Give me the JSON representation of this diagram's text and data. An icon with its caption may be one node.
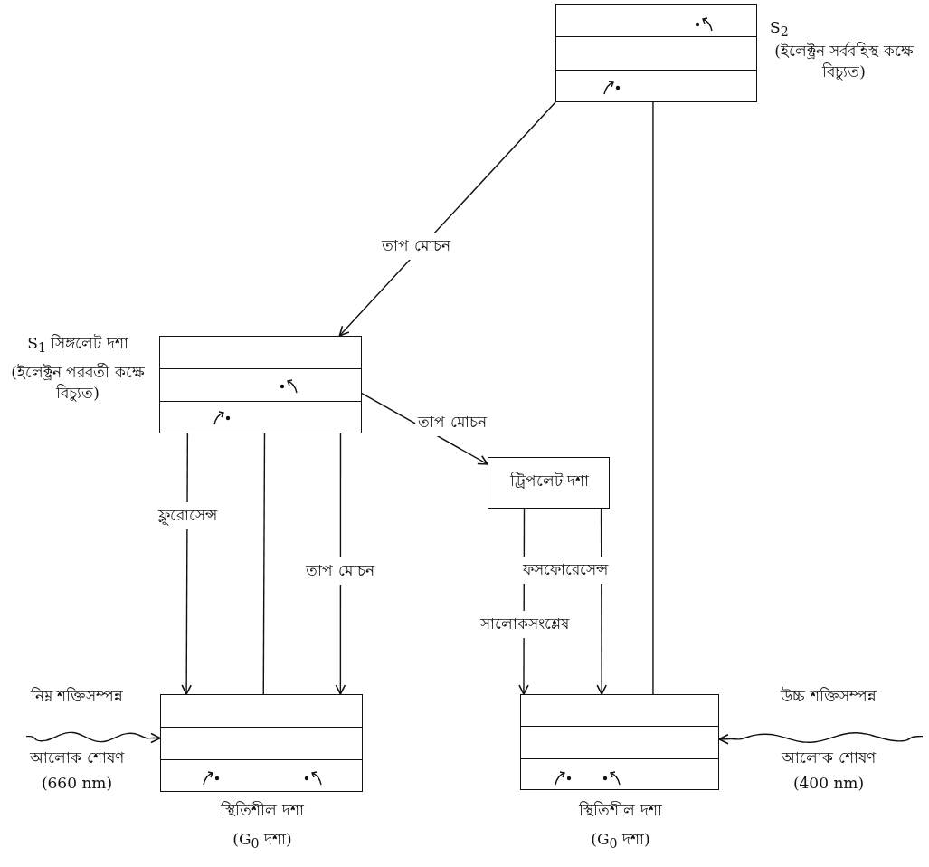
{
  "diagram": {
    "nodes": [
      {
        "text": [
          "S$_{2}$",
          "(ইলেক্ট্রন সর্ববহিস্থ কক্ষে বিচ্যুত)"
        ]
      },
      {
        "text": [
          "S$_{1}$ সিঙ্গলেট দশা",
          "(ইলেক্ট্রন পরবর্তী কক্ষে বিচ্যুত)"
        ]
      },
      {
        "text": [
          "ট্রিপলেট দশা"
        ]
      },
      {
        "text": [
          "স্থিতিশীল দশা",
          "(G$_{0}$ দশা)"
        ]
      },
      {
        "text": [
          "স্থিতিশীল দশা",
          "(G$_{0}$ দশা)"
        ]
      },
      {
        "text": [
          "নিম্ন শক্তিসম্পন্ন",
          "আলোক শোষণ",
          "(660 nm)"
        ]
      },
      {
        "text": [
          "উচ্চ শক্তিসম্পন্ন",
          "আলোক শোষণ",
          "(400 nm)"
        ]
      }
    ],
    "edges": [
      {
        "from": 0,
        "to": 1,
        "arrow": "to",
        "label": "তাপ মোচন"
      },
      {
        "from": 1,
        "to": 2,
        "arrow": "to",
        "label": "তাপ মোচন"
      },
      {
        "from": 1,
        "to": 3,
        "arrow": "to",
        "label": "ফ্লুরোসেন্স"
      },
      {
        "from": 1,
        "to": 3,
        "arrow": "none"
      },
      {
        "from": 1,
        "to": 3,
        "arrow": "to",
        "label": "তাপ মোচন"
      },
      {
        "from": 2,
        "to": 4,
        "arrow": "to",
        "label": "সালোকসংশ্লেষ"
      },
      {
        "from": 2,
        "to": 4,
        "arrow": "to",
        "label": "ফসফোরেসেন্স"
      },
      {
        "from": 0,
        "to": 4,
        "arrow": "none"
      },
      {
        "from": 5,
        "to": 3,
        "arrow": "to"
      },
      {
        "from": 6,
        "to": 4,
        "arrow": "to"
      }
    ]
  }
}
